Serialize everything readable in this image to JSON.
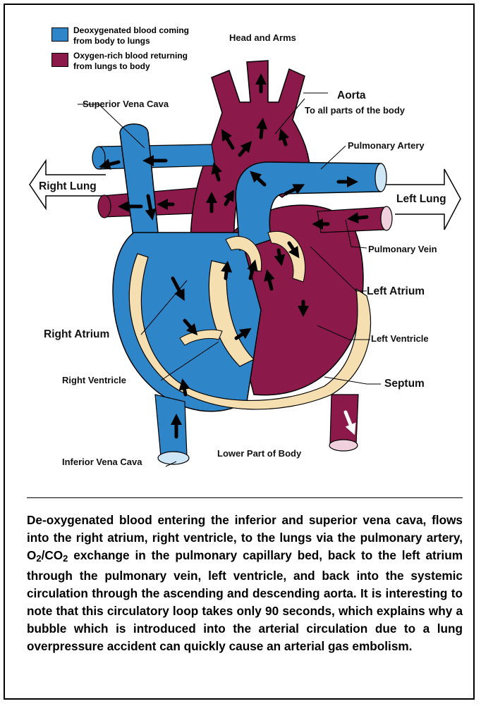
{
  "colors": {
    "deoxygenated": "#2e86c9",
    "oxygenated": "#8b1a4a",
    "septum": "#f5deb0",
    "outline": "#000000"
  },
  "legend": {
    "deoxygenated": "Deoxygenated blood coming from body to lungs",
    "oxygenated": "Oxygen-rich blood returning from lungs to body"
  },
  "labels": {
    "head_arms": "Head and Arms",
    "aorta": "Aorta",
    "aorta_sub": "To all parts of the body",
    "superior_vena_cava": "Superior Vena Cava",
    "pulmonary_artery": "Pulmonary Artery",
    "right_lung": "Right Lung",
    "left_lung": "Left Lung",
    "pulmonary_vein": "Pulmonary Vein",
    "left_atrium": "Left Atrium",
    "right_atrium": "Right Atrium",
    "left_ventricle": "Left Ventricle",
    "right_ventricle": "Right Ventricle",
    "septum": "Septum",
    "inferior_vena_cava": "Inferior Vena Cava",
    "lower_body": "Lower Part of Body"
  },
  "caption": {
    "part1": "De-oxygenated blood entering the inferior and superior vena cava, flows into the right atrium, right ventricle, to the lungs via the pulmonary artery, O",
    "sub1": "2",
    "part2": "/CO",
    "sub2": "2",
    "part3": " exchange in the pulmonary capillary bed, back to the left atrium through the pulmonary vein, left ventricle, and back into the systemic circulation through the ascending and descending aorta. It is interesting to note that this circulatory loop takes only 90 seconds, which explains why a bubble which is introduced into the arterial circulation due to a lung overpressure accident can quickly cause an arterial gas embolism."
  }
}
